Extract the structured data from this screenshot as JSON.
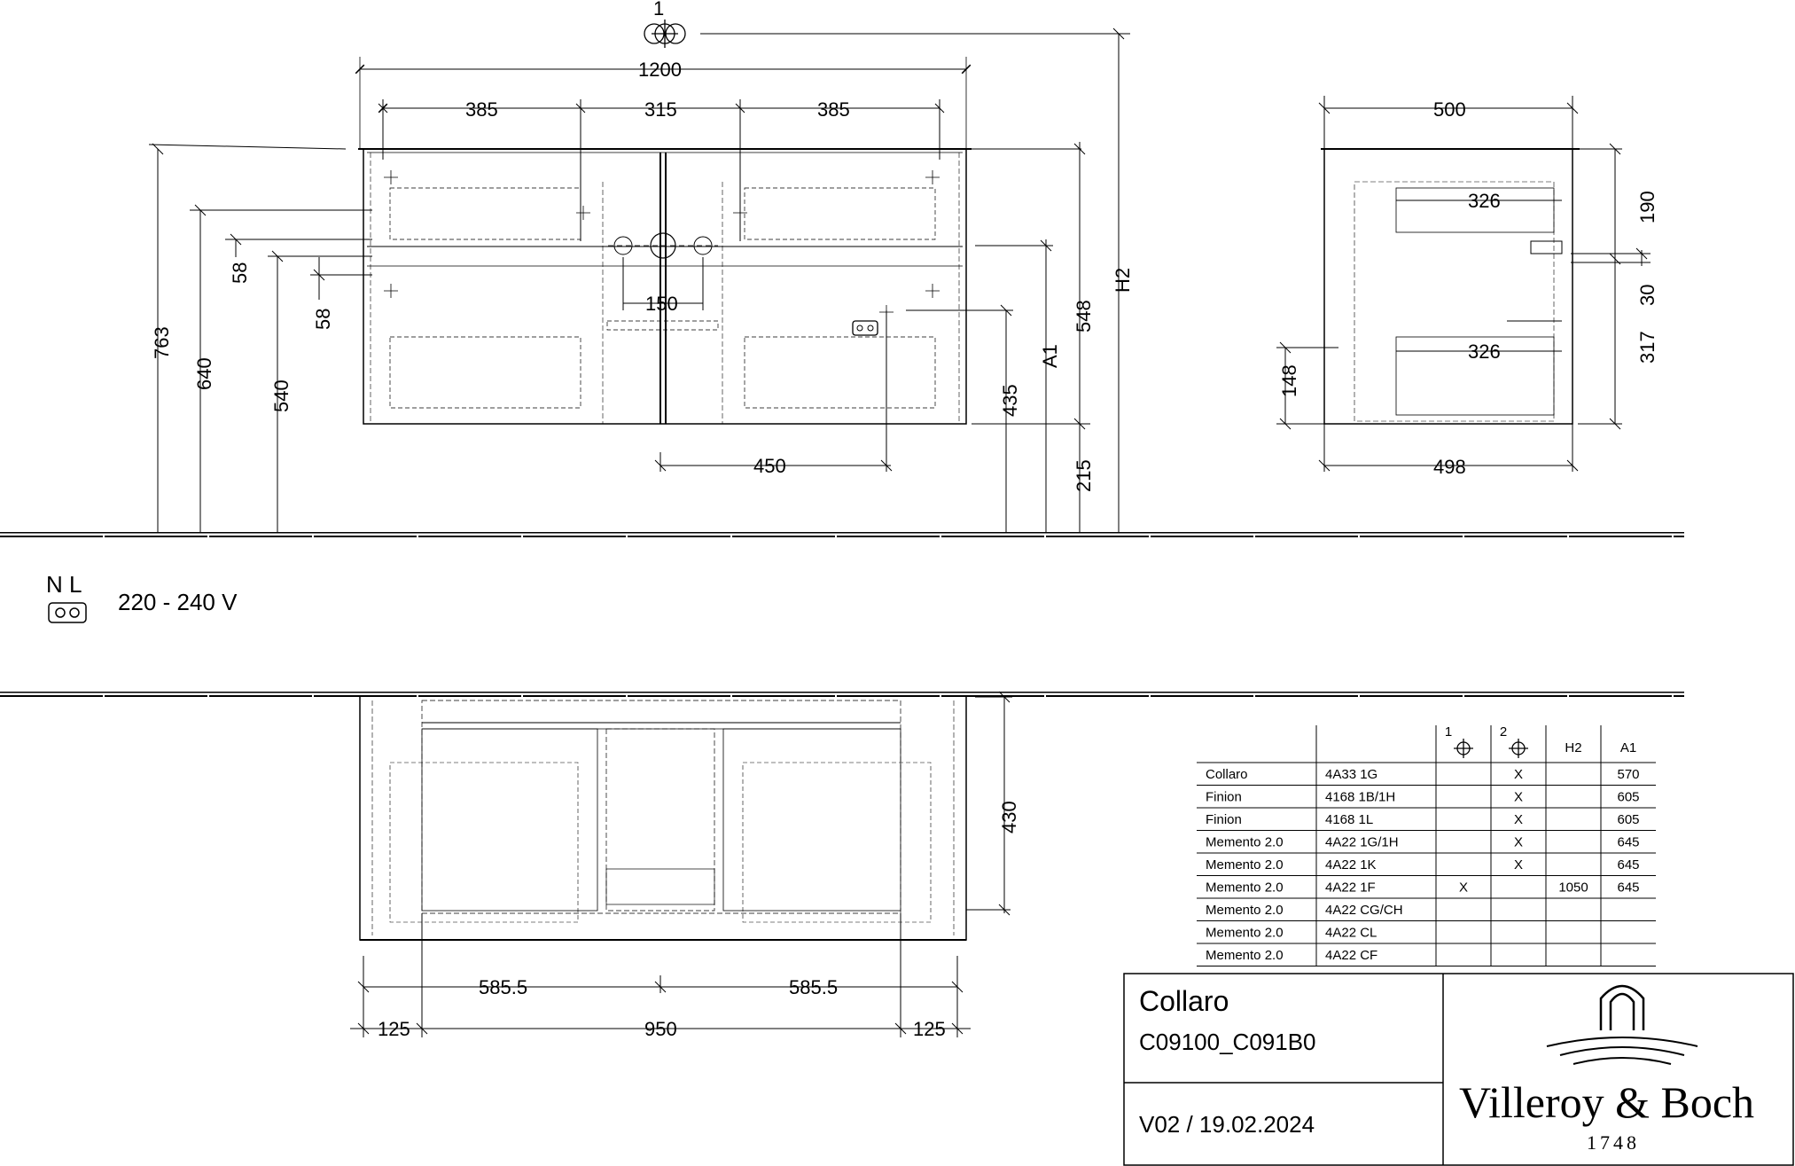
{
  "front_view": {
    "outlet_marker": "1",
    "dims": {
      "width_total": "1200",
      "w_left": "385",
      "w_mid": "315",
      "w_right": "385",
      "h_763": "763",
      "h_640": "640",
      "h_540": "540",
      "h_58a": "58",
      "h_58b": "58",
      "w_150": "150",
      "w_450": "450",
      "h_435": "435",
      "a1": "A1",
      "h_548": "548",
      "h_215": "215",
      "h2": "H2"
    }
  },
  "side_view": {
    "dims": {
      "depth_top": "500",
      "depth_bottom": "498",
      "inner_upper": "326",
      "inner_lower": "326",
      "h_190": "190",
      "h_30": "30",
      "h_317": "317",
      "h_148": "148"
    }
  },
  "electrical": {
    "labels": "N  L",
    "voltage": "220 - 240 V"
  },
  "bottom_view": {
    "dims": {
      "h_430": "430",
      "half_left": "585.5",
      "half_right": "585.5",
      "edge_left": "125",
      "center": "950",
      "edge_right": "125"
    }
  },
  "compat_table": {
    "headers": [
      "",
      "",
      "1",
      "2",
      "H2",
      "A1"
    ],
    "header_icons": [
      "",
      "",
      "outlet-1-icon",
      "outlet-2-icon",
      "",
      ""
    ],
    "rows": [
      [
        "Collaro",
        "4A33 1G",
        "",
        "X",
        "",
        "570"
      ],
      [
        "Finion",
        "4168 1B/1H",
        "",
        "X",
        "",
        "605"
      ],
      [
        "Finion",
        "4168 1L",
        "",
        "X",
        "",
        "605"
      ],
      [
        "Memento 2.0",
        "4A22 1G/1H",
        "",
        "X",
        "",
        "645"
      ],
      [
        "Memento 2.0",
        "4A22 1K",
        "",
        "X",
        "",
        "645"
      ],
      [
        "Memento 2.0",
        "4A22 1F",
        "X",
        "",
        "1050",
        "645"
      ],
      [
        "Memento 2.0",
        "4A22 CG/CH",
        "",
        "",
        "",
        ""
      ],
      [
        "Memento 2.0",
        "4A22 CL",
        "",
        "",
        "",
        ""
      ],
      [
        "Memento 2.0",
        "4A22 CF",
        "",
        "",
        "",
        ""
      ]
    ]
  },
  "title_block": {
    "product": "Collaro",
    "article": "C09100_C091B0",
    "version": "V02 / 19.02.2024",
    "brand": "Villeroy & Boch",
    "year": "1748"
  }
}
